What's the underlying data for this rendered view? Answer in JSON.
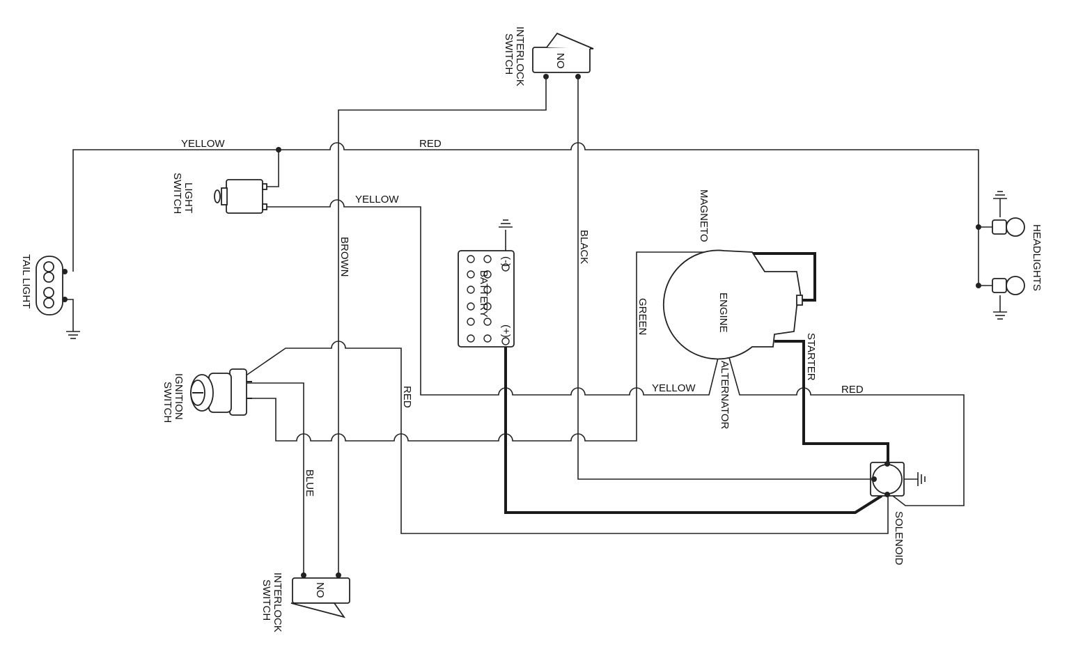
{
  "wire_colors": {
    "yellow": "YELLOW",
    "red": "RED",
    "brown": "BROWN",
    "black": "BLACK",
    "green": "GREEN",
    "blue": "BLUE",
    "starter": "STARTER"
  },
  "components": {
    "interlock_top": {
      "line1": "INTERLOCK",
      "line2": "SWITCH",
      "state": "NO"
    },
    "interlock_bottom": {
      "line1": "INTERLOCK",
      "line2": "SWITCH",
      "state": "NO"
    },
    "light_switch": {
      "line1": "LIGHT",
      "line2": "SWITCH"
    },
    "tail_light": "TAIL LIGHT",
    "ignition_switch": {
      "line1": "IGNITION",
      "line2": "SWITCH"
    },
    "battery": {
      "name": "BATTERY",
      "neg": "(-)",
      "pos": "(+)"
    },
    "engine": "ENGINE",
    "magneto": "MAGNETO",
    "alternator": "ALTERNATOR",
    "headlights": "HEADLIGHTS",
    "solenoid": "SOLENOID"
  }
}
